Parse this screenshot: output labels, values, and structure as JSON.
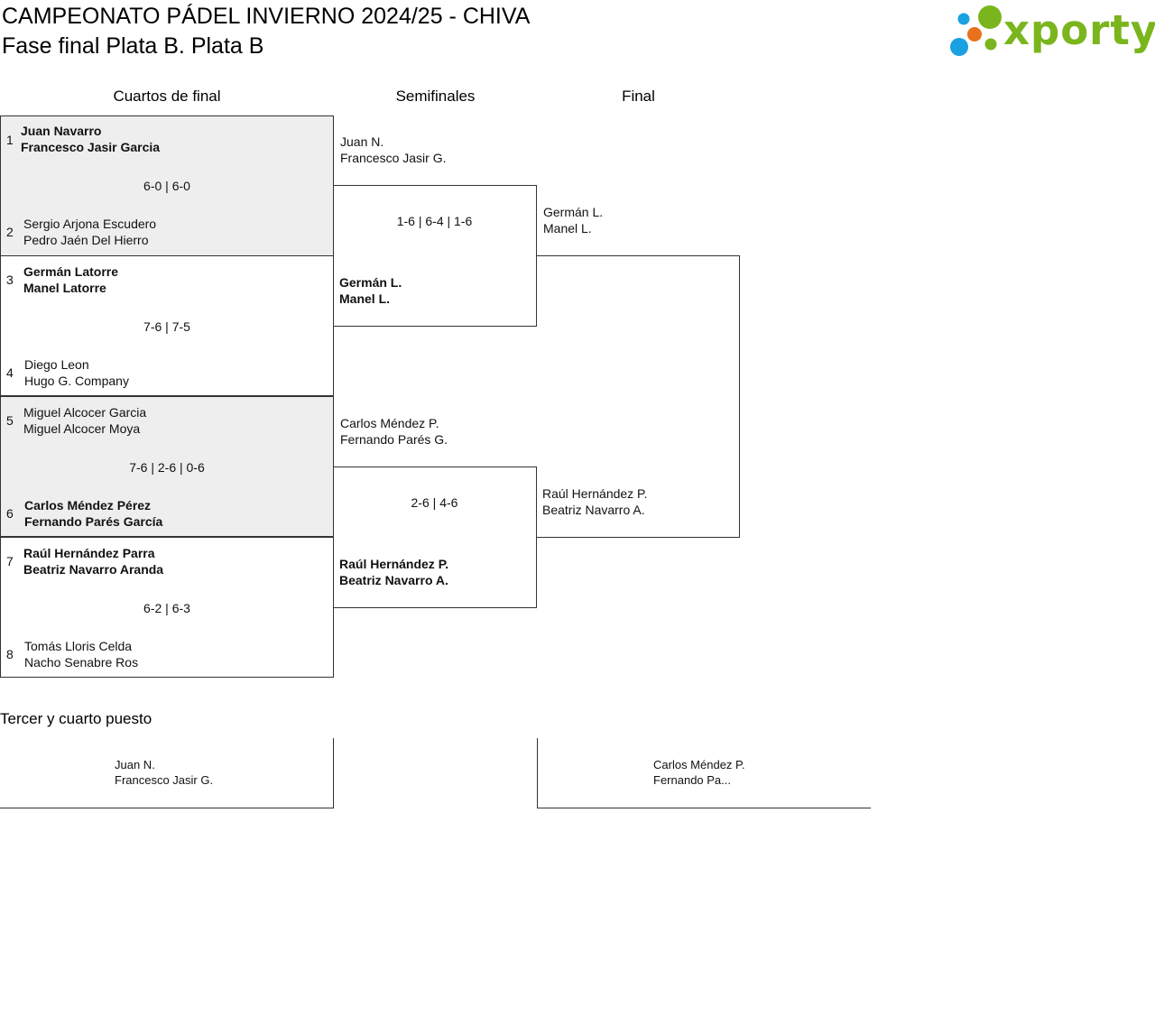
{
  "header": {
    "title": "CAMPEONATO PÁDEL INVIERNO 2024/25 - CHIVA",
    "subtitle": "Fase final Plata B. Plata B",
    "logo_text": "xporty",
    "logo_colors": [
      "#1ba0e1",
      "#e8711b",
      "#7ab51d"
    ]
  },
  "rounds": {
    "quarterfinals": "Cuartos de final",
    "semifinals": "Semifinales",
    "final": "Final"
  },
  "quarterfinals": [
    {
      "score": "6-0 | 6-0",
      "top": {
        "seed": "1",
        "p1": "Juan Navarro",
        "p2": "Francesco Jasir Garcia",
        "winner": true
      },
      "bottom": {
        "seed": "2",
        "p1": "Sergio Arjona Escudero",
        "p2": "Pedro Jaén Del Hierro",
        "winner": false
      }
    },
    {
      "score": "7-6 | 7-5",
      "top": {
        "seed": "3",
        "p1": "Germán Latorre",
        "p2": "Manel Latorre",
        "winner": true
      },
      "bottom": {
        "seed": "4",
        "p1": "Diego Leon",
        "p2": "Hugo G. Company",
        "winner": false
      }
    },
    {
      "score": "7-6 | 2-6 | 0-6",
      "top": {
        "seed": "5",
        "p1": "Miguel Alcocer Garcia",
        "p2": "Miguel Alcocer Moya",
        "winner": false
      },
      "bottom": {
        "seed": "6",
        "p1": "Carlos Méndez Pérez",
        "p2": "Fernando Parés García",
        "winner": true
      }
    },
    {
      "score": "6-2 | 6-3",
      "top": {
        "seed": "7",
        "p1": "Raúl Hernández Parra",
        "p2": "Beatriz Navarro Aranda",
        "winner": true
      },
      "bottom": {
        "seed": "8",
        "p1": "Tomás Lloris Celda",
        "p2": "Nacho Senabre Ros",
        "winner": false
      }
    }
  ],
  "semifinals": [
    {
      "score": "1-6 | 6-4 | 1-6",
      "top": {
        "p1": "Juan N.",
        "p2": "Francesco Jasir G.",
        "winner": false
      },
      "bottom": {
        "p1": "Germán L.",
        "p2": "Manel L.",
        "winner": true
      }
    },
    {
      "score": "2-6 | 4-6",
      "top": {
        "p1": "Carlos Méndez P.",
        "p2": "Fernando Parés G.",
        "winner": false
      },
      "bottom": {
        "p1": "Raúl Hernández P.",
        "p2": "Beatriz Navarro A.",
        "winner": true
      }
    }
  ],
  "final": {
    "top": {
      "p1": "Germán L.",
      "p2": "Manel L."
    },
    "bottom": {
      "p1": "Raúl Hernández P.",
      "p2": "Beatriz Navarro A."
    }
  },
  "third_place": {
    "heading": "Tercer y cuarto puesto",
    "left": {
      "p1": "Juan N.",
      "p2": "Francesco Jasir G."
    },
    "right": {
      "p1": "Carlos Méndez P.",
      "p2": "Fernando Pa..."
    }
  }
}
